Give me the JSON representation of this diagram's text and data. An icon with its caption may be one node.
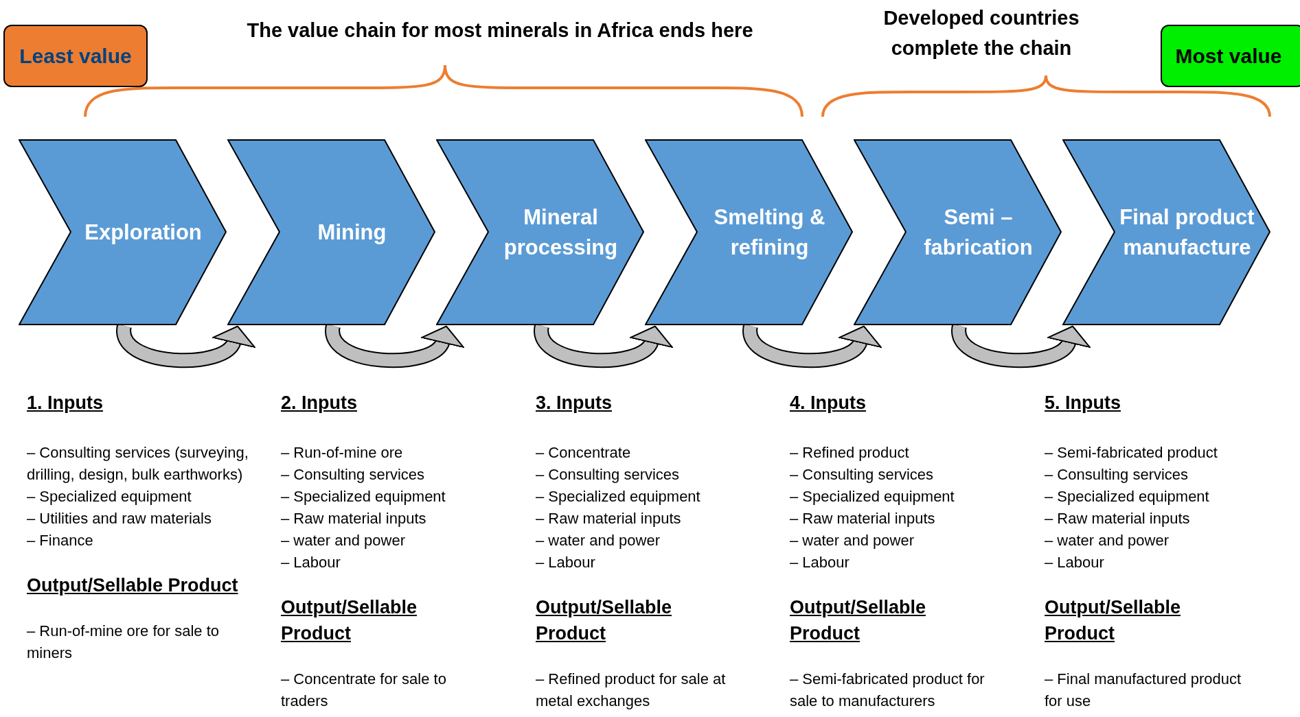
{
  "diagram": {
    "nodes": [
      {
        "text": [
          "Least value"
        ]
      },
      {
        "text": [
          "Most value"
        ]
      },
      {
        "text": [
          "Exploration"
        ]
      },
      {
        "text": [
          "Mining"
        ]
      },
      {
        "text": [
          "Mineral processing"
        ]
      },
      {
        "text": [
          "Smelting & refining"
        ]
      },
      {
        "text": [
          "Semi – fabrication"
        ]
      },
      {
        "text": [
          "Final product manufacture"
        ]
      }
    ],
    "edges": [
      {
        "from": 2,
        "to": 3,
        "arrow": "to"
      },
      {
        "from": 3,
        "to": 4,
        "arrow": "to"
      },
      {
        "from": 4,
        "to": 5,
        "arrow": "to"
      },
      {
        "from": 5,
        "to": 6,
        "arrow": "to"
      },
      {
        "from": 6,
        "to": 7,
        "arrow": "to"
      }
    ],
    "labels": [
      "The value chain for most minerals in Africa ends here",
      "Developed countries complete the chain",
      "1. Inputs",
      "– Consulting services (surveying, drilling, design, bulk earthworks)",
      "– Specialized equipment",
      "– Utilities and raw materials",
      "– Finance",
      "Output/Sellable Product",
      "– Run-of-mine ore for sale to miners",
      "2. Inputs",
      "– Run-of-mine ore",
      "– Consulting services",
      "– Specialized equipment",
      "– Raw material inputs",
      "– water and power",
      "– Labour",
      "Output/Sellable Product",
      "– Concentrate for sale to traders",
      "3. Inputs",
      "– Concentrate",
      "– Consulting services",
      "– Specialized equipment",
      "– Raw material inputs",
      "– water and power",
      "– Labour",
      "Output/Sellable Product",
      "– Refined product for sale at metal exchanges",
      "4. Inputs",
      "– Refined product",
      "– Consulting services",
      "– Specialized equipment",
      "– Raw material inputs",
      "– water and power",
      "– Labour",
      "Output/Sellable Product",
      "– Semi-fabricated product for sale to manufacturers",
      "5. Inputs",
      "– Semi-fabricated product",
      "– Consulting services",
      "– Specialized equipment",
      "– Raw material inputs",
      "– water and power",
      "– Labour",
      "Output/Sellable Product",
      "– Final manufactured product for use"
    ]
  }
}
